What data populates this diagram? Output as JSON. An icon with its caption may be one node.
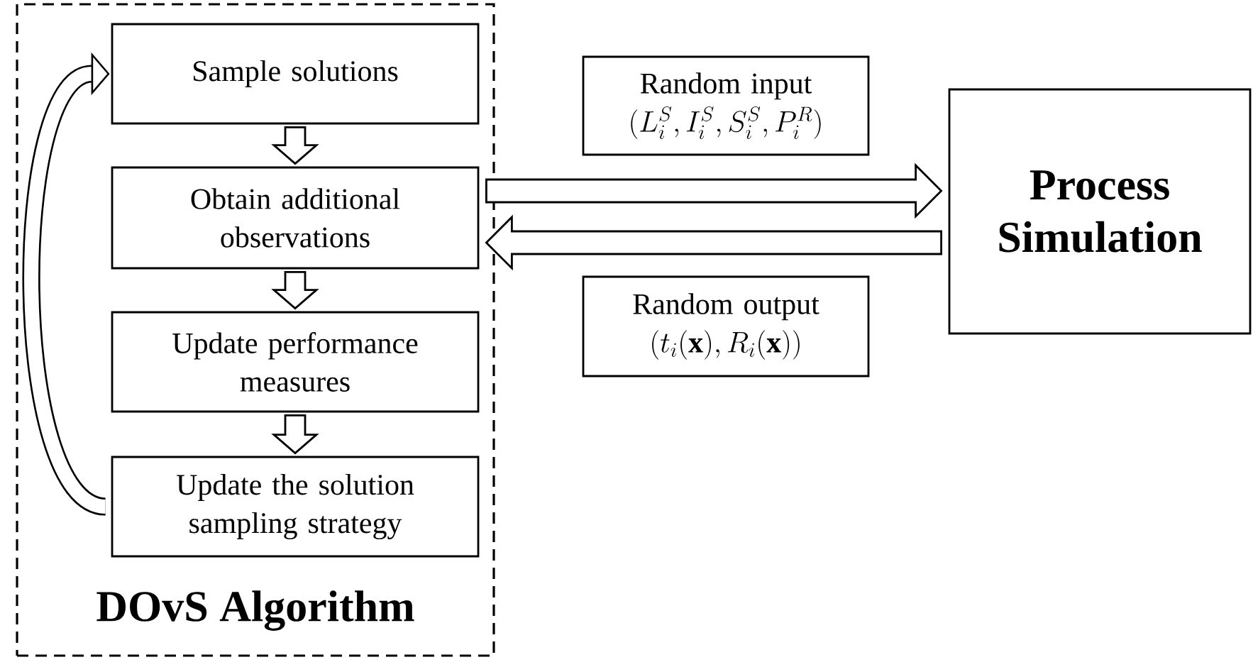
{
  "diagram": {
    "nodes": [
      {
        "text": [
          "DOvS Algorithm"
        ]
      },
      {
        "text": [
          "Sample solutions"
        ],
        "in": 0
      },
      {
        "text": [
          "Obtain additional observations"
        ],
        "in": 0
      },
      {
        "text": [
          "Update performance measures"
        ],
        "in": 0
      },
      {
        "text": [
          "Update the solution sampling strategy"
        ],
        "in": 0
      },
      {
        "text": [
          "Random input",
          "(L_i^S, I_i^S, S_i^S, P_i^R)"
        ]
      },
      {
        "text": [
          "Random output",
          "(t_i(\\mathbf{x}), R_i(\\mathbf{x}))"
        ]
      },
      {
        "text": [
          "Process Simulation"
        ]
      }
    ],
    "edges": [
      {
        "from": 1,
        "to": 2,
        "arrow": "to"
      },
      {
        "from": 2,
        "to": 3,
        "arrow": "to"
      },
      {
        "from": 3,
        "to": 4,
        "arrow": "to"
      },
      {
        "from": 4,
        "to": 1,
        "arrow": "to"
      },
      {
        "from": 2,
        "to": 7,
        "arrow": "to"
      },
      {
        "from": 7,
        "to": 2,
        "arrow": "to"
      }
    ]
  }
}
